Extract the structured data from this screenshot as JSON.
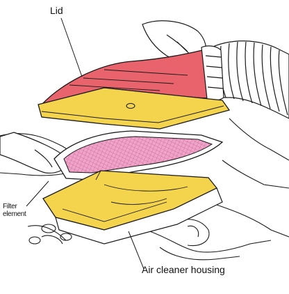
{
  "labels": {
    "lid": "Lid",
    "filter_element": "Filter element",
    "housing": "Air cleaner housing"
  },
  "colors": {
    "lid_top": "#e8636b",
    "lid_base": "#f4d44c",
    "filter_media": "#f0a3c8",
    "housing_tray": "#f4d44c",
    "line": "#1a1a1a"
  }
}
